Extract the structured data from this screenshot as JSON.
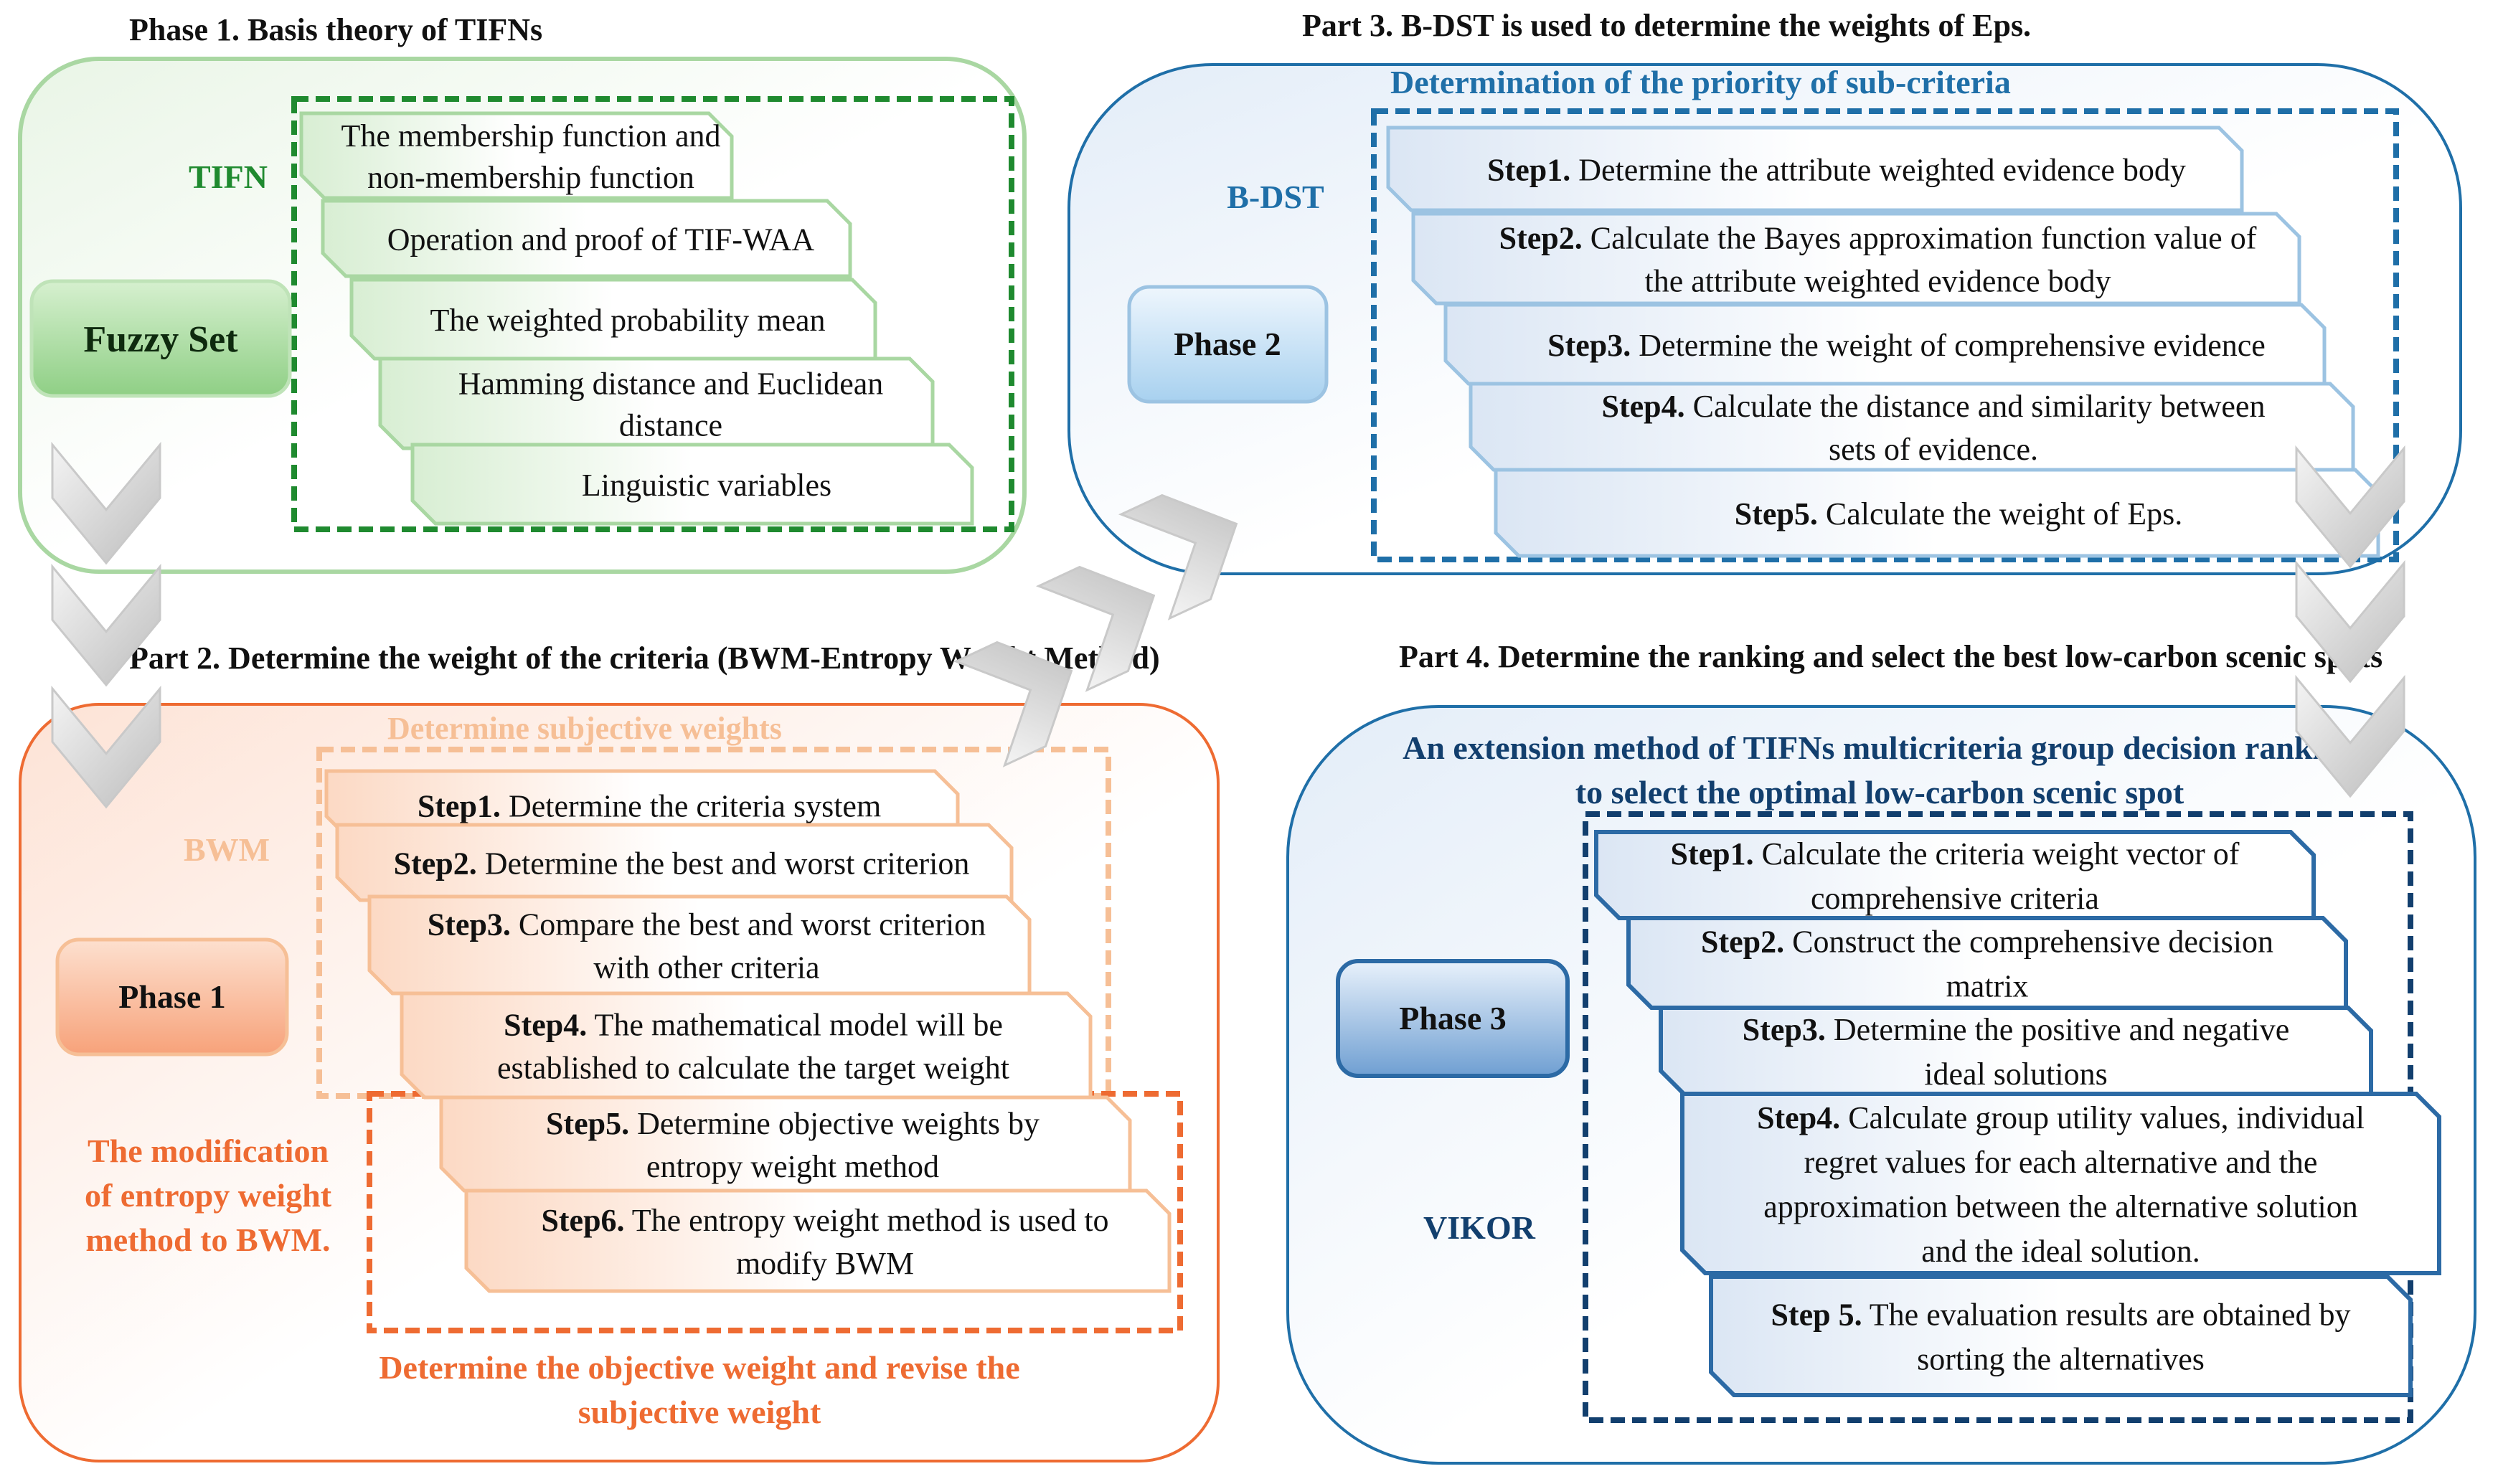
{
  "colors": {
    "green": "#a9d7a2",
    "green_dark": "#1f8a2f",
    "blue": "#1f6fa8",
    "blue_light": "#9cc3e2",
    "orange": "#ee6b32",
    "orange_light": "#f6bf96",
    "navy": "#123f6e",
    "vikor_blue": "#2c6aa5"
  },
  "part1": {
    "title": "Phase 1. Basis theory of TIFNs",
    "label": "TIFN",
    "node": "Fuzzy Set",
    "items": [
      [
        "The membership function and",
        "non-membership function"
      ],
      [
        "Operation and proof of TIF-WAA"
      ],
      [
        "The weighted probability mean"
      ],
      [
        "Hamming distance and Euclidean",
        "distance"
      ],
      [
        "Linguistic variables"
      ]
    ]
  },
  "part2": {
    "title": "Part 2. Determine the weight of the criteria (BWM-Entropy Weight Method)",
    "subtitle": "Determine subjective weights",
    "label": "BWM",
    "node": "Phase 1",
    "modification_label": [
      "The modification",
      "of entropy weight",
      "method to BWM."
    ],
    "objective_caption": [
      "Determine the objective weight and revise the",
      "subjective weight"
    ],
    "steps": [
      {
        "bold": "Step1.",
        "lines": [
          "Determine the criteria system"
        ]
      },
      {
        "bold": "Step2.",
        "lines": [
          "Determine the best and worst criterion"
        ]
      },
      {
        "bold": "Step3.",
        "lines": [
          "Compare the best and worst criterion",
          "with other criteria"
        ]
      },
      {
        "bold": "Step4.",
        "lines": [
          "The mathematical model will be",
          "established to calculate the target weight"
        ]
      },
      {
        "bold": "Step5.",
        "lines": [
          "Determine objective weights by",
          "entropy weight method"
        ]
      },
      {
        "bold": "Step6.",
        "lines": [
          "The entropy weight method is used to",
          "modify BWM"
        ]
      }
    ]
  },
  "part3": {
    "title": "Part 3. B-DST is used to determine the weights of Eps.",
    "subtitle": "Determination of the priority of sub-criteria",
    "label": "B-DST",
    "node": "Phase 2",
    "steps": [
      {
        "bold": "Step1.",
        "lines": [
          "Determine the attribute weighted evidence body"
        ]
      },
      {
        "bold": "Step2.",
        "lines": [
          "Calculate the Bayes approximation function value of",
          "the attribute weighted evidence body"
        ]
      },
      {
        "bold": "Step3.",
        "lines": [
          "Determine the weight of comprehensive evidence"
        ]
      },
      {
        "bold": "Step4.",
        "lines": [
          "Calculate the distance and similarity between",
          "sets of evidence."
        ]
      },
      {
        "bold": "Step5.",
        "lines": [
          "Calculate the weight of Eps."
        ]
      }
    ]
  },
  "part4": {
    "title": "Part 4. Determine the ranking  and select the best low-carbon scenic spots",
    "subtitle": [
      "An extension method of TIFNs multicriteria group decision ranking",
      "to select the optimal low-carbon scenic spot"
    ],
    "label": "VIKOR",
    "node": "Phase 3",
    "steps": [
      {
        "bold": "Step1.",
        "lines": [
          "Calculate the criteria weight vector of",
          "comprehensive criteria"
        ]
      },
      {
        "bold": "Step2.",
        "lines": [
          " Construct the comprehensive decision",
          "matrix"
        ]
      },
      {
        "bold": "Step3.",
        "lines": [
          "Determine the positive and negative",
          "ideal solutions"
        ]
      },
      {
        "bold": "Step4.",
        "lines": [
          "Calculate group utility values, individual",
          "regret values for each alternative and the",
          "approximation between the alternative solution",
          "and the ideal solution."
        ]
      },
      {
        "bold": "Step 5.",
        "lines": [
          "The evaluation results are obtained by",
          "sorting the alternatives"
        ]
      }
    ]
  }
}
